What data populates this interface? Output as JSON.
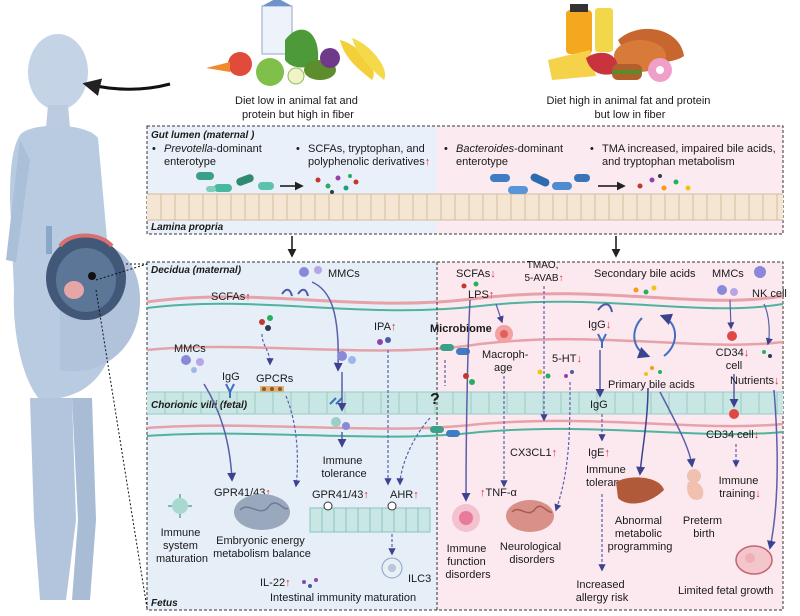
{
  "diets": {
    "fiber_caption_1": "Diet low in animal fat and",
    "fiber_caption_2": "protein but high in fiber",
    "fat_caption_1": "Diet high in animal fat and protein",
    "fat_caption_2": "but low in fiber"
  },
  "gut": {
    "title": "Gut lumen (maternal )",
    "lamina": "Lamina propria",
    "left_bullet_1_genus": "Prevotella",
    "left_bullet_1_rest": "-dominant",
    "left_bullet_1_line2": "enterotype",
    "left_bullet_2_line1": "SCFAs, tryptophan, and",
    "left_bullet_2_line2": "polyphenolic derivatives",
    "right_bullet_1_genus": "Bacteroides",
    "right_bullet_1_rest": "-dominant",
    "right_bullet_1_line2": "enterotype",
    "right_bullet_2_line1": "TMA increased, impaired bile acids,",
    "right_bullet_2_line2": "and tryptophan metabolism"
  },
  "layers": {
    "decidua": "Decidua (maternal)",
    "chorionic": "Chorionic villi (fetal)",
    "fetus": "Fetus"
  },
  "arrows": {
    "up": "↑",
    "down": "↓",
    "question": "?"
  },
  "left": {
    "mmcs_top": "MMCs",
    "scfas": "SCFAs",
    "mmcs_left": "MMCs",
    "igg": "IgG",
    "gpcrs": "GPCRs",
    "ipa": "IPA",
    "immune_tolerance_1": "Immune",
    "immune_tolerance_2": "tolerance",
    "gpr_left": "GPR41/43",
    "gpr_mid": "GPR41/43",
    "ahr": "AHR",
    "immune_system_1": "Immune",
    "immune_system_2": "system",
    "immune_system_3": "maturation",
    "energy_1": "Embryonic energy",
    "energy_2": "metabolism balance",
    "il22": "IL-22",
    "ilc3": "ILC3",
    "intestinal": "Intestinal immunity maturation"
  },
  "center": {
    "microbiome": "Microbiome"
  },
  "right": {
    "scfas": "SCFAs",
    "lps": "LPS",
    "tmao_1": "TMAO,",
    "tmao_2": "5-AVAB",
    "secondary_bile": "Secondary bile acids",
    "mmcs": "MMCs",
    "nk_cell": "NK cell",
    "igg_down": "IgG",
    "macrophage_1": "Macroph-",
    "macrophage_2": "age",
    "ht5": "5-HT",
    "primary_bile": "Primary bile acids",
    "cd34_1": "CD34",
    "cd34_2": "cell",
    "nutrients": "Nutrients",
    "igg_lower": "IgG",
    "cd34_lower": "CD34 cell",
    "cx3cl1": "CX3CL1",
    "ige": "IgE",
    "immune_tolerance_1": "Immune",
    "immune_tolerance_2": "tolerance",
    "tnf": "TNF-α",
    "immune_training_1": "Immune",
    "immune_training_2": "training",
    "abnormal_1": "Abnormal",
    "abnormal_2": "metabolic",
    "abnormal_3": "programming",
    "preterm_1": "Preterm",
    "preterm_2": "birth",
    "neuro_1": "Neurological",
    "neuro_2": "disorders",
    "immune_function_1": "Immune",
    "immune_function_2": "function",
    "immune_function_3": "disorders",
    "allergy_1": "Increased",
    "allergy_2": "allergy risk",
    "limited_growth": "Limited fetal growth"
  },
  "colors": {
    "left_panel": "#e6eef8",
    "right_panel": "#fbe9ef",
    "villi_band": "#c8e6e3",
    "red_arrow": "#e03030",
    "flow_line": "#5a5fa8",
    "body": "#b9cbe0"
  }
}
